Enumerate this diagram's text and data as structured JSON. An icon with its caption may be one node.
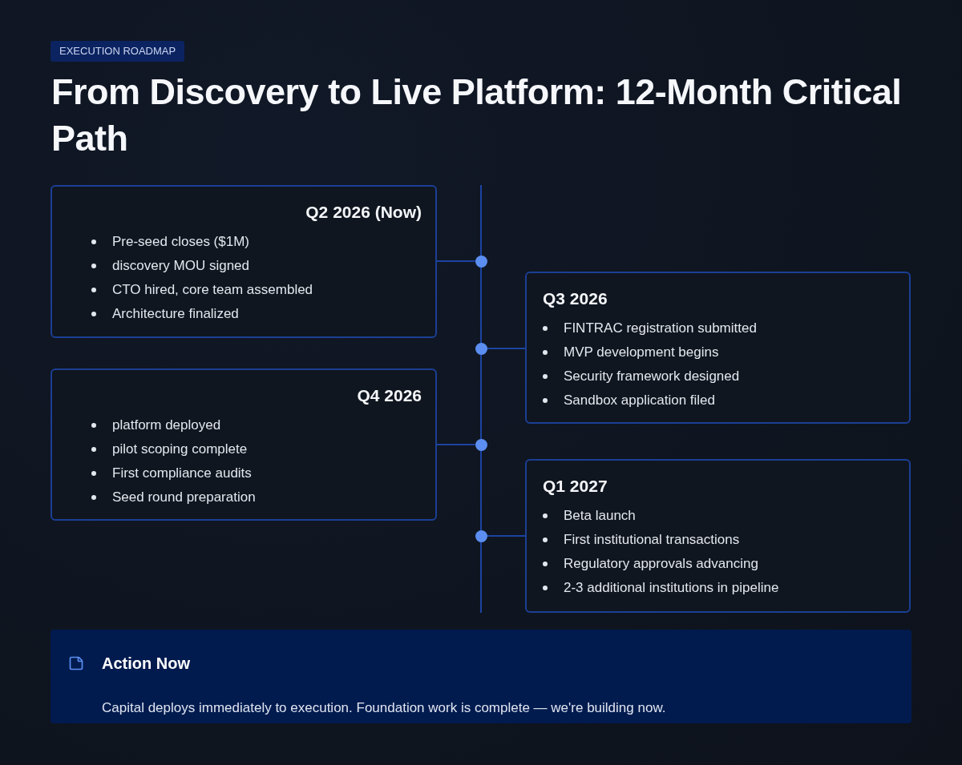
{
  "diagram": {
    "title": "From Discovery to Live Platform: 12-Month Critical Path",
    "nodes": [
      {
        "text": [
          "EXECUTION ROADMAP"
        ]
      },
      {
        "text": [
          "Q2 2026 (Now)",
          "Pre-seed closes ($1M)",
          "discovery MOU signed",
          "CTO hired, core team assembled",
          "Architecture finalized"
        ]
      },
      {
        "text": [],
        "shape": "circle"
      },
      {
        "text": [
          "Q3 2026",
          "FINTRAC registration submitted",
          "MVP development begins",
          "Security framework designed",
          "Sandbox application filed"
        ]
      },
      {
        "text": [],
        "shape": "circle"
      },
      {
        "text": [
          "Q4 2026",
          "platform deployed",
          "pilot scoping complete",
          "First compliance audits",
          "Seed round preparation"
        ]
      },
      {
        "text": [],
        "shape": "circle"
      },
      {
        "text": [
          "Q1 2027",
          "Beta launch",
          "First institutional transactions",
          "Regulatory approvals advancing",
          "2-3 additional institutions in pipeline"
        ]
      },
      {
        "text": [],
        "shape": "circle"
      },
      {
        "text": [
          "Action Now",
          "Capital deploys immediately to execution. Foundation work is complete — we're building now."
        ]
      }
    ],
    "edges": [
      {
        "from": 1,
        "to": 2,
        "arrow": "none"
      },
      {
        "from": 3,
        "to": 4,
        "arrow": "none"
      },
      {
        "from": 5,
        "to": 6,
        "arrow": "none"
      },
      {
        "from": 7,
        "to": 8,
        "arrow": "none"
      }
    ]
  }
}
